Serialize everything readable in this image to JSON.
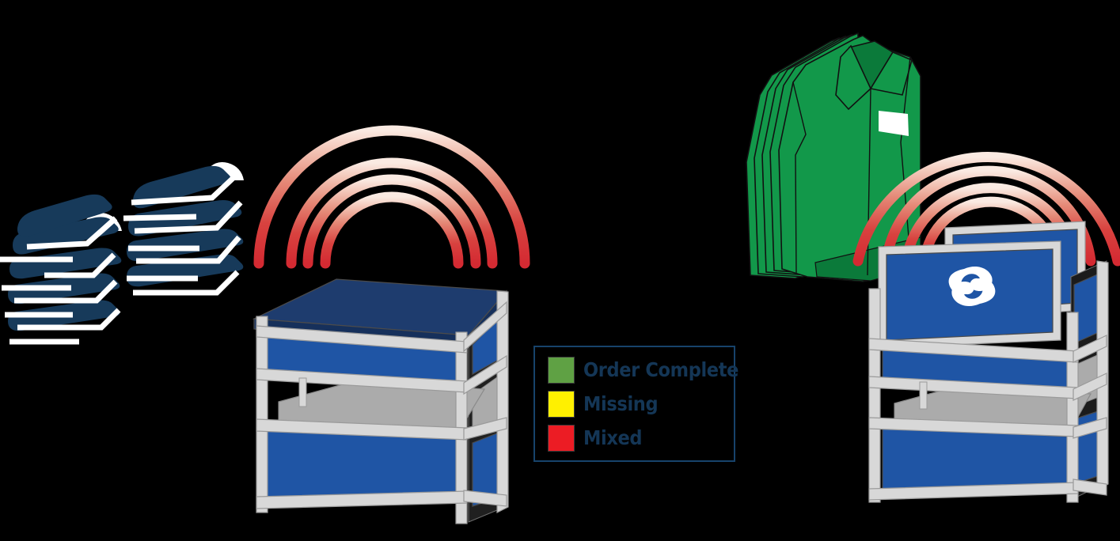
{
  "illustration": {
    "title": "RFID Order Verification Illustration",
    "background_color": "#000000"
  },
  "legend": {
    "border_color": "#17436B",
    "text_color": "#143656",
    "items": [
      {
        "label": "Order Complete",
        "color": "#5FA144",
        "status": "complete"
      },
      {
        "label": "Missing",
        "color": "#FFF000",
        "status": "missing"
      },
      {
        "label": "Mixed",
        "color": "#EC1C24",
        "status": "mixed"
      }
    ]
  },
  "scene": {
    "folded_garment_stacks": [
      {
        "name": "folded-stack-left",
        "color": "#173A5A",
        "stripe_color": "#FFFFFF",
        "layers": 5
      },
      {
        "name": "folded-stack-right",
        "color": "#173A5A",
        "stripe_color": "#FFFFFF",
        "layers": 4
      }
    ],
    "hanging_garments": {
      "name": "green-shirts-on-hangers",
      "color": "#12984A",
      "shadow_color": "#0B7A3A",
      "outline_color": "#111111",
      "tag_color": "#FFFFFF",
      "count": 5
    },
    "rfid_waves": [
      {
        "name": "rfid-waves-left",
        "arc_count": 4,
        "color_end": "#D42A32",
        "color_peak": "#F6D8CF"
      },
      {
        "name": "rfid-waves-right",
        "arc_count": 4,
        "color_end": "#D42A32",
        "color_peak": "#F6D8CF"
      }
    ],
    "carts": [
      {
        "name": "cart-left",
        "top_color": "#1E3C6E",
        "panel_color": "#1F55A5",
        "frame_color": "#D8D8D8",
        "shelf_color": "#ABABAB",
        "has_logo": false,
        "has_back_panel": false
      },
      {
        "name": "cart-right",
        "top_color": "#1E3C6E",
        "panel_color": "#1F55A5",
        "frame_color": "#D8D8D8",
        "shelf_color": "#ABABAB",
        "has_logo": true,
        "logo_name": "swirl-s-logo",
        "logo_color": "#FFFFFF",
        "has_back_panel": true
      }
    ]
  }
}
